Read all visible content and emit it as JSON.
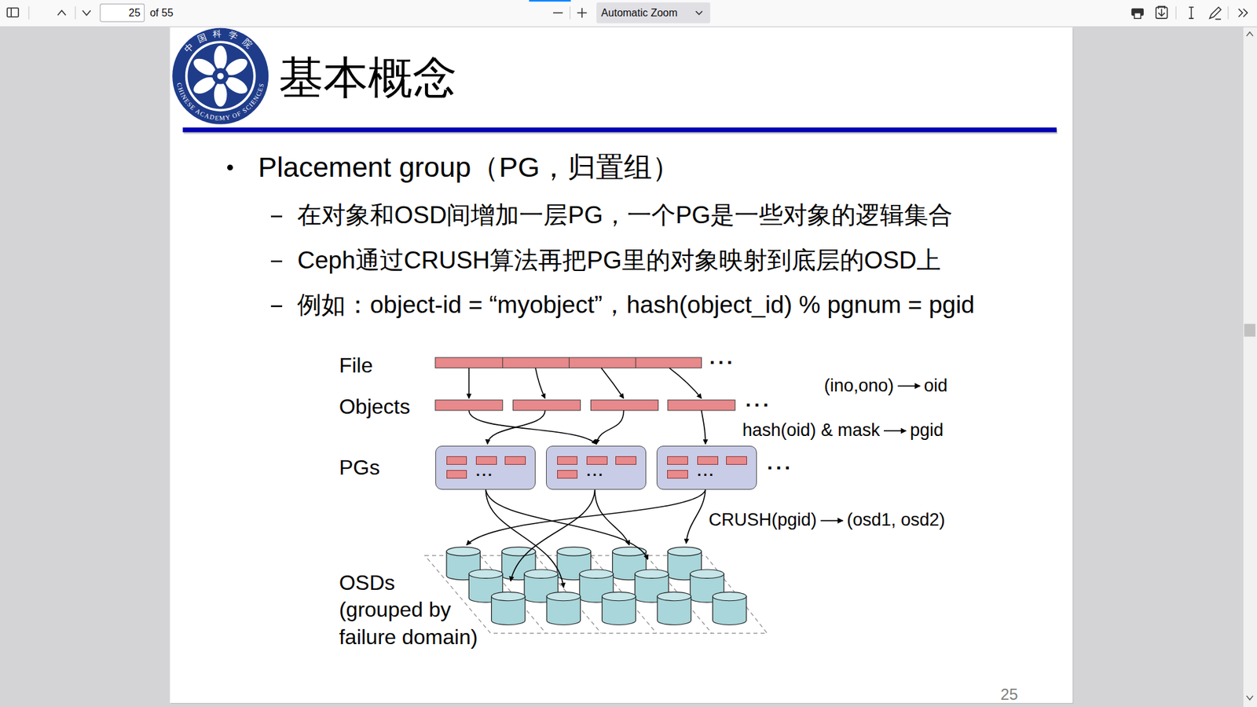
{
  "diagram": {
    "title": "基本概念",
    "nodes": [
      {
        "text": [
          "..."
        ]
      },
      {
        "text": [
          "..."
        ]
      },
      {
        "text": [
          "..."
        ]
      }
    ],
    "labels": [
      "25",
      "of 55",
      "Automatic Zoom",
      "中国科学院",
      "CHINESE ACADEMY OF SCIENCES",
      "Placement group（PG，归置组）",
      "在对象和OSD间增加一层PG，一个PG是一些对象的逻辑集合",
      "Ceph通过CRUSH算法再把PG里的对象映射到底层的OSD上",
      "例如：object-id = “myobject”，hash(object_id) % pgnum = pgid",
      "File",
      "...",
      "Objects",
      "...",
      "(ino,ono)",
      "oid",
      "hash(oid) & mask",
      "pgid",
      "PGs",
      "...",
      "CRUSH(pgid)",
      "(osd1, osd2)",
      "OSDs",
      "(grouped by failure domain)",
      "25"
    ]
  }
}
